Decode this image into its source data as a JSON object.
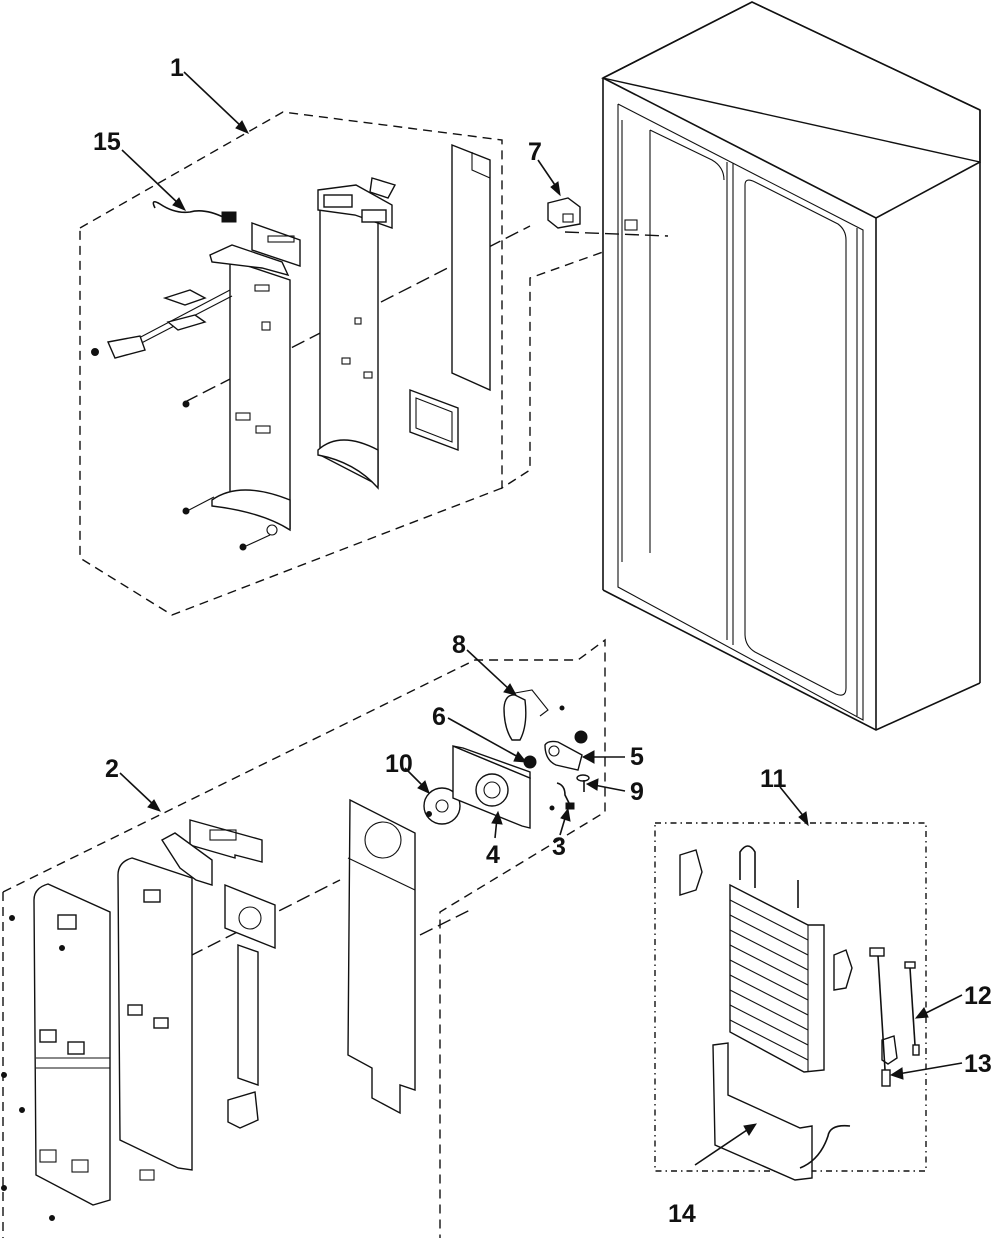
{
  "diagram": {
    "title": "Refrigerator dispenser / evaporator exploded parts view",
    "background": "#ffffff",
    "line_color": "#111111",
    "callouts": [
      {
        "id": "c1",
        "label": "1",
        "target": "upper-dispenser-assembly"
      },
      {
        "id": "c2",
        "label": "2",
        "target": "lower-duct-assembly"
      },
      {
        "id": "c3",
        "label": "3",
        "target": "wire-harness-small"
      },
      {
        "id": "c4",
        "label": "4",
        "target": "fan-motor-housing"
      },
      {
        "id": "c5",
        "label": "5",
        "target": "fan-motor"
      },
      {
        "id": "c6",
        "label": "6",
        "target": "rubber-grommet"
      },
      {
        "id": "c7",
        "label": "7",
        "target": "door-switch"
      },
      {
        "id": "c8",
        "label": "8",
        "target": "motor-bracket"
      },
      {
        "id": "c9",
        "label": "9",
        "target": "screw"
      },
      {
        "id": "c10",
        "label": "10",
        "target": "fan-blade"
      },
      {
        "id": "c11",
        "label": "11",
        "target": "evaporator-assembly"
      },
      {
        "id": "c12",
        "label": "12",
        "target": "sensor-defrost"
      },
      {
        "id": "c13",
        "label": "13",
        "target": "sensor-fuse"
      },
      {
        "id": "c14",
        "label": "14",
        "target": "defrost-heater"
      },
      {
        "id": "c15",
        "label": "15",
        "target": "wire-harness"
      }
    ]
  }
}
